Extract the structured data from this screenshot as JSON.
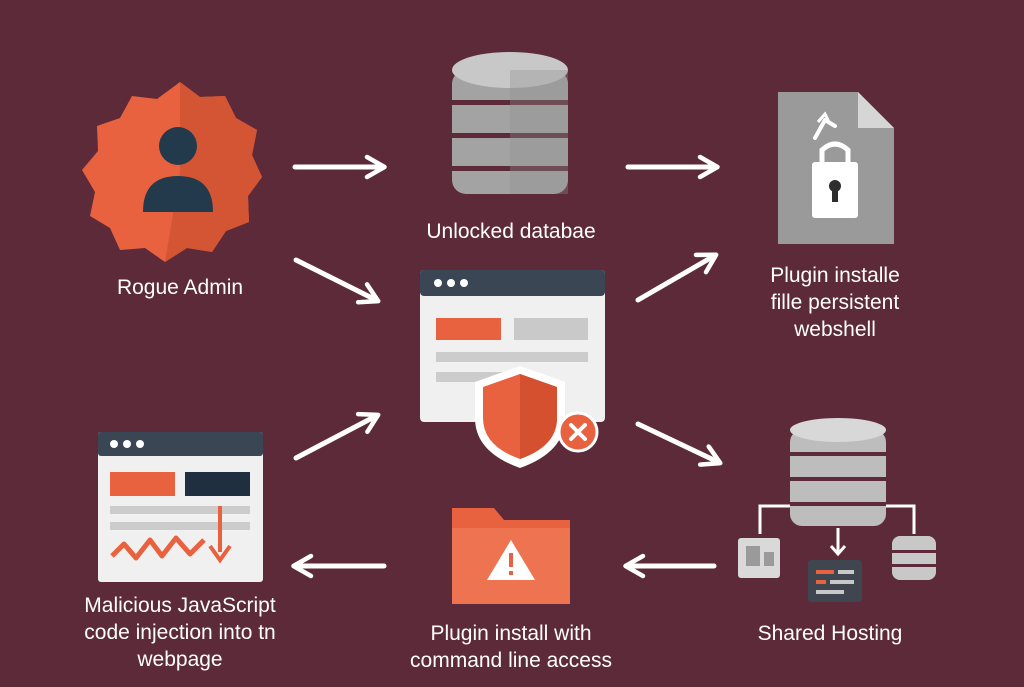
{
  "colors": {
    "background": "#5c2a38",
    "accent": "#e8623f",
    "node_gray": "#a8a8a8",
    "node_light": "#e9e9e9",
    "node_dark": "#1f2f3f",
    "text": "#ffffff"
  },
  "nodes": {
    "rogue_admin": {
      "label": "Rogue Admin",
      "icon": "user-badge-icon"
    },
    "database": {
      "label": "Unlocked databae",
      "icon": "database-icon"
    },
    "plugin_file": {
      "label": "Plugin installe\nfille persistent\nwebshell",
      "icon": "locked-file-icon"
    },
    "browser_shield": {
      "icon": "browser-shield-blocked-icon"
    },
    "js_injection": {
      "label": "Malicious JavaScript\ncode injection into tn\nwebpage",
      "icon": "webpage-chart-icon"
    },
    "command_line": {
      "label": "Plugin install with\ncommand line access",
      "icon": "warning-folder-icon"
    },
    "shared_hosting": {
      "label": "Shared Hosting",
      "icon": "server-network-icon"
    }
  }
}
